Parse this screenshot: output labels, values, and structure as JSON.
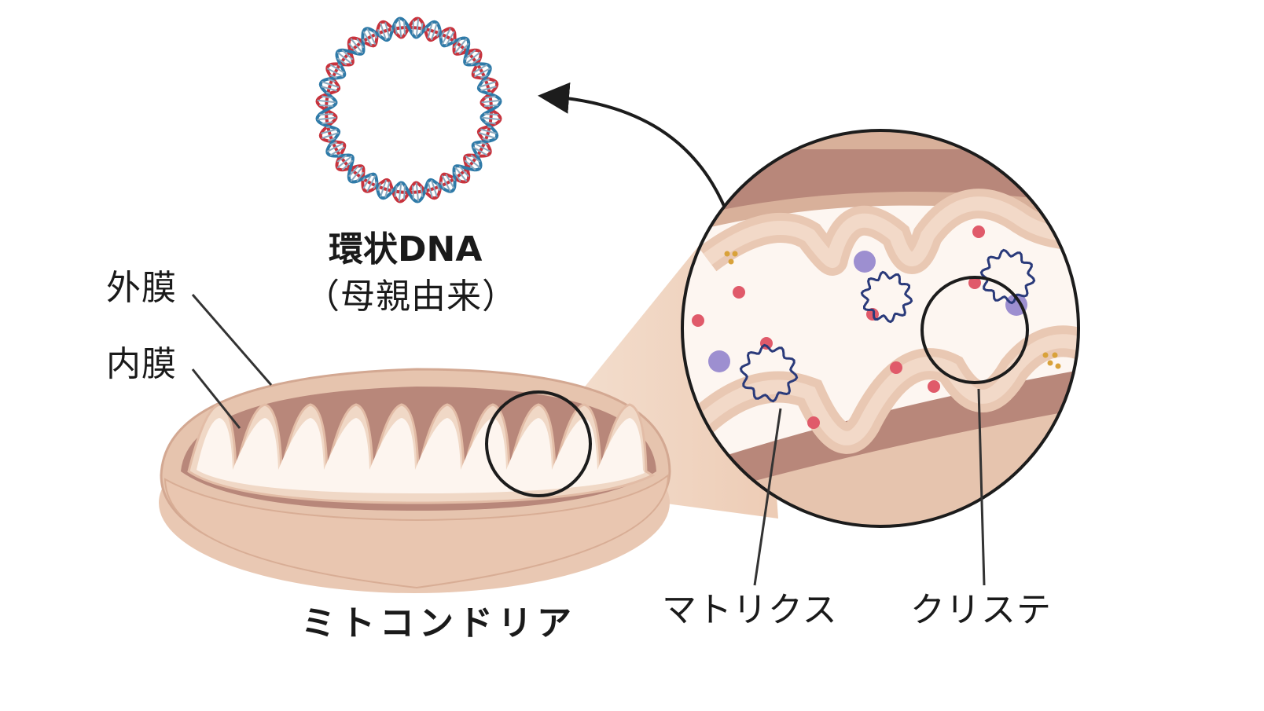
{
  "labels": {
    "circular_dna_title": "環状DNA",
    "circular_dna_sub": "（母親由来）",
    "outer_membrane": "外膜",
    "inner_membrane": "内膜",
    "organelle_name": "ミトコンドリア",
    "matrix": "マトリクス",
    "cristae": "クリステ"
  },
  "colors": {
    "outer_shell": "#e6c4ae",
    "outer_shell_dark": "#d8ad95",
    "intermembrane": "#b8877a",
    "inner_membrane": "#f0d8c6",
    "matrix": "#fdf5ef",
    "dna_strand_a": "#c8323c",
    "dna_strand_b": "#2e7aa8",
    "plasmid": "#2a3a7a",
    "ribosome_red": "#e05a6a",
    "granule_purple": "#9d8fd0",
    "granule_gold": "#d9a23a",
    "outline": "#1c1c1c",
    "text": "#1a1a1a"
  }
}
